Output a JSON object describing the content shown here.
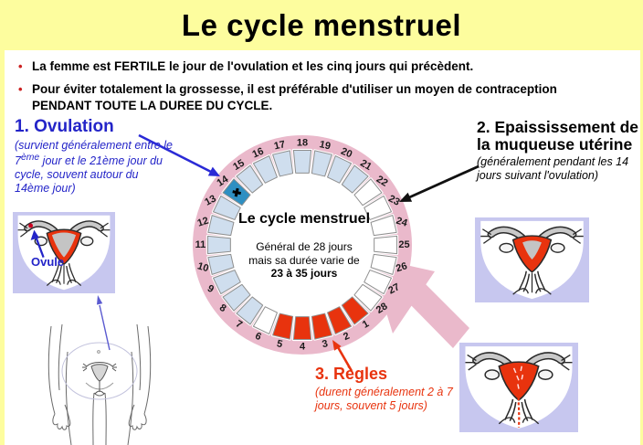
{
  "title": "Le cycle menstruel",
  "bullets": {
    "b1": "La femme est FERTILE le jour de l'ovulation et les cinq jours qui précèdent.",
    "b2_line1": "Pour éviter totalement la grossesse, il est préférable d'utiliser un moyen de contraception",
    "b2_line2": "PENDANT TOUTE LA DUREE DU CYCLE."
  },
  "annotations": {
    "ovulation": {
      "heading": "1. Ovulation",
      "detail_pre": "(survient généralement entre le 7",
      "detail_sup": "ème",
      "detail_post": " jour et le 21ème jour du cycle, souvent autour du 14ème jour)"
    },
    "muqueuse": {
      "heading": "2. Epaississement de la muqueuse utérine",
      "detail": "(généralement pendant les 14 jours suivant l'ovulation)"
    },
    "regles": {
      "heading": "3. Règles",
      "detail": "(durent généralement 2 à 7 jours, souvent 5 jours)"
    }
  },
  "ovule_label": "Ovule",
  "wheel": {
    "center_title": "Le cycle menstruel",
    "center_line1": "Général de 28 jours",
    "center_line2": "mais sa durée varie de",
    "center_line3": "23 à 35 jours",
    "day_count": 28,
    "ovulation_mark": "✖",
    "ring_color": "#eab9cb",
    "phase_colors": {
      "menses": "#e8330e",
      "neutral": "#ffffff",
      "fertile": "#cfdeee",
      "ovulation": "#2e8fc2"
    },
    "days": [
      {
        "day": 1,
        "phase": "menses"
      },
      {
        "day": 2,
        "phase": "menses"
      },
      {
        "day": 3,
        "phase": "menses"
      },
      {
        "day": 4,
        "phase": "menses"
      },
      {
        "day": 5,
        "phase": "menses"
      },
      {
        "day": 6,
        "phase": "neutral"
      },
      {
        "day": 7,
        "phase": "fertile"
      },
      {
        "day": 8,
        "phase": "fertile"
      },
      {
        "day": 9,
        "phase": "fertile"
      },
      {
        "day": 10,
        "phase": "fertile"
      },
      {
        "day": 11,
        "phase": "fertile"
      },
      {
        "day": 12,
        "phase": "fertile"
      },
      {
        "day": 13,
        "phase": "fertile"
      },
      {
        "day": 14,
        "phase": "ovulation"
      },
      {
        "day": 15,
        "phase": "fertile"
      },
      {
        "day": 16,
        "phase": "fertile"
      },
      {
        "day": 17,
        "phase": "fertile"
      },
      {
        "day": 18,
        "phase": "fertile"
      },
      {
        "day": 19,
        "phase": "fertile"
      },
      {
        "day": 20,
        "phase": "fertile"
      },
      {
        "day": 21,
        "phase": "fertile"
      },
      {
        "day": 22,
        "phase": "neutral"
      },
      {
        "day": 23,
        "phase": "neutral"
      },
      {
        "day": 24,
        "phase": "neutral"
      },
      {
        "day": 25,
        "phase": "neutral"
      },
      {
        "day": 26,
        "phase": "neutral"
      },
      {
        "day": 27,
        "phase": "neutral"
      },
      {
        "day": 28,
        "phase": "neutral"
      }
    ]
  },
  "colors": {
    "banner_yellow": "#fdfd9e",
    "ring_pink": "#eab9cb",
    "menses_red": "#e8330e",
    "fertile_blue": "#cfdeee",
    "ovulation_teal": "#2e8fc2",
    "illustration_lavender": "#c7c7ef",
    "annotation_blue": "#2324c8"
  }
}
